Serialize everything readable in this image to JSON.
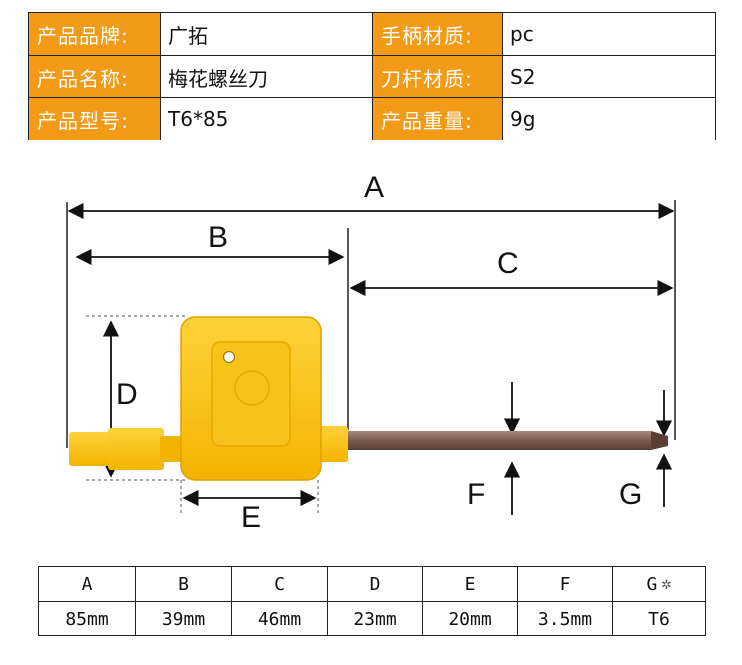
{
  "specs": {
    "rows": [
      {
        "label1": "产品品牌:",
        "value1": "广拓",
        "label2": "手柄材质:",
        "value2": "pc"
      },
      {
        "label1": "产品名称:",
        "value1": "梅花螺丝刀",
        "label2": "刀杆材质:",
        "value2": "S2"
      },
      {
        "label1": "产品型号:",
        "value1": "T6*85",
        "label2": "产品重量:",
        "value2": "9g"
      }
    ]
  },
  "diagram": {
    "labels": {
      "A": "A",
      "B": "B",
      "C": "C",
      "D": "D",
      "E": "E",
      "F": "F",
      "G": "G"
    },
    "colors": {
      "handle": "#ffc20e",
      "handle_edge": "#e0a000",
      "shaft": "#8a6a5c",
      "line": "#111111"
    }
  },
  "dimensions": {
    "headers": [
      "A",
      "B",
      "C",
      "D",
      "E",
      "F",
      "G"
    ],
    "values": [
      "85mm",
      "39mm",
      "46mm",
      "23mm",
      "20mm",
      "3.5mm",
      "T6"
    ],
    "g_icon": "torx-star-icon"
  }
}
